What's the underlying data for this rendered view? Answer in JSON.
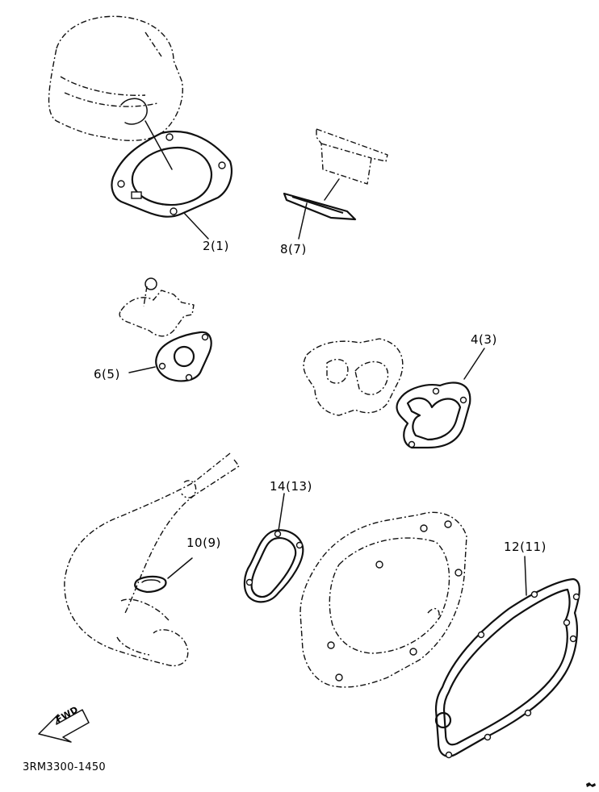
{
  "callouts": {
    "cylinder_gasket": "2(1)",
    "reed_valve_gasket": "8(7)",
    "water_pump_gasket": "6(5)",
    "pump_cover_gasket": "4(3)",
    "muffler_gasket": "10(9)",
    "clutch_cover_gasket": "14(13)",
    "crankcase_cover_gasket": "12(11)"
  },
  "fwd_arrow": {
    "text": "FWD"
  },
  "diagram_code": "3RM3300-1450",
  "icons": [
    "fwd-arrow-icon"
  ]
}
